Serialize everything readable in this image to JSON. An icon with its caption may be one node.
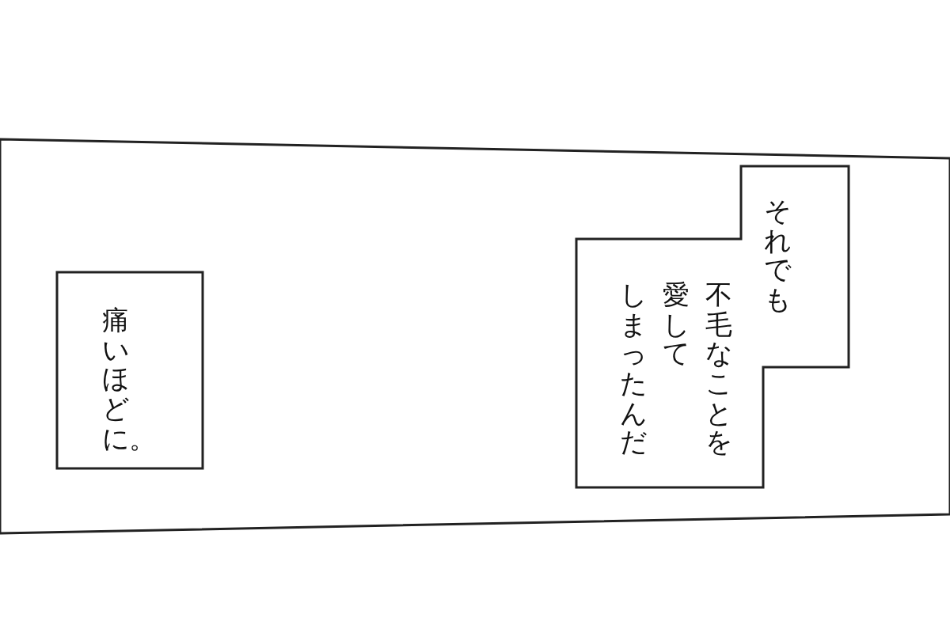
{
  "diagram": {
    "nodes": [
      {
        "text": [],
        "shape": "box"
      },
      {
        "text": [
          "それでも",
          "不毛なことを愛してしまったんだ"
        ],
        "in": 0
      },
      {
        "text": [
          "痛いほどに。"
        ],
        "in": 0
      }
    ]
  }
}
